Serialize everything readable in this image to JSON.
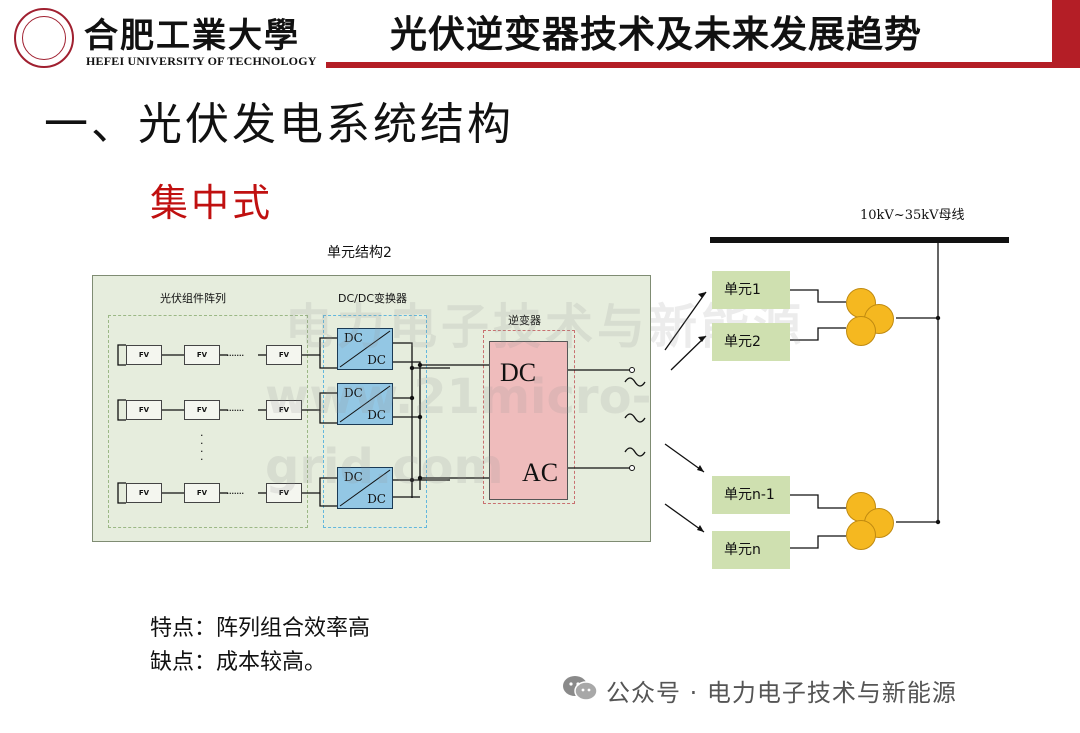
{
  "header": {
    "university_cn": "合肥工業大學",
    "university_en": "HEFEI UNIVERSITY OF TECHNOLOGY",
    "slide_title": "光伏逆变器技术及未来发展趋势"
  },
  "section_title": "一、光伏发电系统结构",
  "sub_title": "集中式",
  "diagram": {
    "unit_structure_label": "单元结构2",
    "pv_array_label": "光伏组件阵列",
    "dcdc_label": "DC/DC变换器",
    "inverter_label": "逆变器",
    "fv_label": "FV",
    "dots_h": "·······",
    "dots_v": "·\n·\n·\n·",
    "conv_top": "DC",
    "conv_bottom": "DC",
    "inv_top": "DC",
    "inv_bottom": "AC",
    "bus_label": "10kV~35kV母线",
    "units": [
      "单元1",
      "单元2",
      "单元n-1",
      "单元n"
    ]
  },
  "watermark": [
    "电力电子技术与新能源",
    "www.21micro-grid.com"
  ],
  "notes": {
    "feature": "特点：阵列组合效率高",
    "drawback": "缺点：成本较高。"
  },
  "footer": "公众号 · 电力电子技术与新能源",
  "colors": {
    "accent_red": "#b41e26",
    "sub_title_red": "#c01010",
    "panel_green": "#e6eddd",
    "converter_blue": "#93c7e4",
    "inverter_pink": "#efbcbc",
    "unit_green": "#cfe0b0",
    "transformer_yellow": "#f5b820"
  }
}
